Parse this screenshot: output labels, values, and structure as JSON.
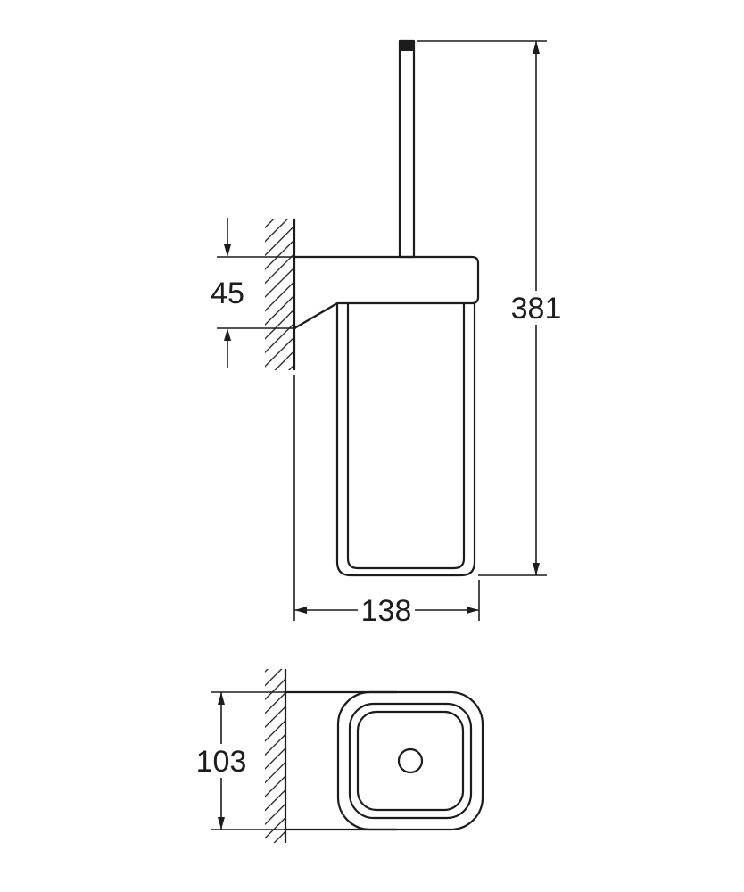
{
  "drawing": {
    "title": "toilet-brush-holder-dimension-drawing",
    "dimensions": {
      "bracket_height": "45",
      "total_height": "381",
      "width": "138",
      "depth": "103"
    }
  }
}
